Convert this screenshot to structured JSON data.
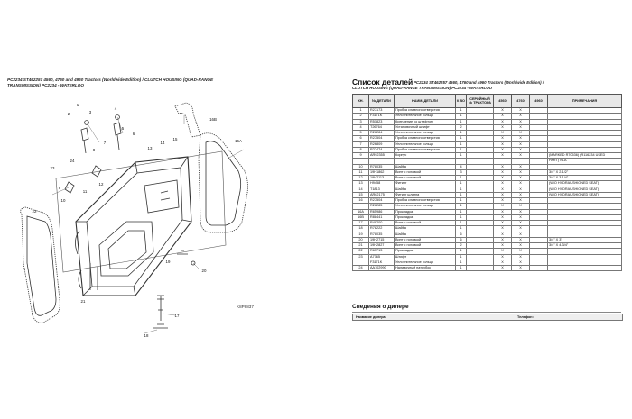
{
  "left": {
    "caption_l1": "PC2234 ST462257 4560, 4760 and 4960 Tractors (Worldwide Edition) / CLUTCH HOUSING (QUAD-RANGE",
    "caption_l2": "TRANSMISSION) PC2234 - WATERLOO",
    "figure_code": "K8P8837",
    "callouts": {
      "c1": "1",
      "c2": "2",
      "c3": "3",
      "c4": "4",
      "c5": "5",
      "c6": "6",
      "c7": "7",
      "c8": "8",
      "c9": "9",
      "c10": "10",
      "c11": "11",
      "c12": "12",
      "c13": "13",
      "c14": "14",
      "c15": "15",
      "c16a": "16A",
      "c16b": "16B",
      "c17": "17",
      "c18": "18",
      "c19": "19",
      "c20": "20",
      "c21": "21",
      "c22": "22",
      "c23": "23",
      "c24": "24"
    }
  },
  "right": {
    "title": "Список деталей",
    "subtitle_l1": "PC2234 ST462257 4560, 4760 and 4960 Tractors (Worldwide Edition) /",
    "subtitle_l2": "CLUTCH HOUSING (QUAD-RANGE TRANSMISSION) PC2234 - WATERLOO",
    "headers": {
      "ref": "КН.",
      "num": "№ ДЕТАЛИ",
      "name": "НАИМ. ДЕТАЛИ",
      "qty": "К ВО",
      "serial": "СЕРИЙНЫЙ № ТРАКТОРА",
      "m4560": "4560",
      "m4760": "4760",
      "m4960": "4960",
      "notes": "ПРИМЕЧАНИЯ"
    },
    "rows": [
      {
        "ref": "1",
        "num": "R27173",
        "name": "Пробка сливного отверстия",
        "qty": "1",
        "m1": "X",
        "m2": "X",
        "m3": "",
        "note": ""
      },
      {
        "ref": "2",
        "num": "F3171K",
        "name": "Уплотнительное кольцо",
        "qty": "1",
        "m1": "X",
        "m2": "X",
        "m3": "",
        "note": ""
      },
      {
        "ref": "3",
        "num": "R51823",
        "name": "Крепление со штифтом",
        "qty": "1",
        "m1": "X",
        "m2": "X",
        "m3": "",
        "note": ""
      },
      {
        "ref": "4",
        "num": "T26764",
        "name": "Установочный штифт",
        "qty": "2",
        "m1": "X",
        "m2": "X",
        "m3": "",
        "note": ""
      },
      {
        "ref": "5",
        "num": "R26284",
        "name": "Уплотнительное кольцо",
        "qty": "1",
        "m1": "X",
        "m2": "X",
        "m3": "",
        "note": ""
      },
      {
        "ref": "6",
        "num": "R27504",
        "name": "Пробка сливного отверстия",
        "qty": "1",
        "m1": "X",
        "m2": "X",
        "m3": "",
        "note": ""
      },
      {
        "ref": "7",
        "num": "R26809",
        "name": "Уплотнительное кольцо",
        "qty": "1",
        "m1": "X",
        "m2": "X",
        "m3": "",
        "note": ""
      },
      {
        "ref": "8",
        "num": "R27474",
        "name": "Пробка сливного отверстия",
        "qty": "1",
        "m1": "X",
        "m2": "X",
        "m3": "",
        "note": ""
      },
      {
        "ref": "9",
        "num": "AR92355",
        "name": "Корпус",
        "qty": "1",
        "m1": "X",
        "m2": "X",
        "m3": "",
        "note": "(MARKED R70536) (R116234 USED"
      },
      {
        "ref": "",
        "num": "",
        "name": "",
        "qty": "",
        "m1": "",
        "m2": "",
        "m3": "",
        "note": "PART) NLA"
      },
      {
        "ref": "10",
        "num": "R78035",
        "name": "Шайба",
        "qty": "4",
        "m1": "X",
        "m2": "X",
        "m3": "",
        "note": ""
      },
      {
        "ref": "11",
        "num": "19H1862",
        "name": "Винт с головкой",
        "qty": "3",
        "m1": "X",
        "m2": "X",
        "m3": "",
        "note": "3/4\" X 2-1/2\""
      },
      {
        "ref": "12",
        "num": "19H2113",
        "name": "Винт с головкой",
        "qty": "1",
        "m1": "X",
        "m2": "X",
        "m3": "",
        "note": "3/4\" X 3-1/4\""
      },
      {
        "ref": "13",
        "num": "H9458",
        "name": "Фитинг",
        "qty": "1",
        "m1": "X",
        "m2": "X",
        "m3": "",
        "note": "(W/O HYDRAUSHIONED SEAT)"
      },
      {
        "ref": "14",
        "num": "T1813",
        "name": "Шайба",
        "qty": "1",
        "m1": "X",
        "m2": "X",
        "m3": "",
        "note": "(W/O HYDRAUSHIONED SEAT)"
      },
      {
        "ref": "15",
        "num": "AR62175",
        "name": "Фитинг шланга",
        "qty": "1",
        "m1": "X",
        "m2": "X",
        "m3": "",
        "note": "(W/O HYDRAUSHIONED SEAT)"
      },
      {
        "ref": "16",
        "num": "R27504",
        "name": "Пробка сливного отверстия",
        "qty": "1",
        "m1": "X",
        "m2": "X",
        "m3": "",
        "note": ""
      },
      {
        "ref": "",
        "num": "R26285",
        "name": "Уплотнительное кольцо",
        "qty": "1",
        "m1": "X",
        "m2": "X",
        "m3": "",
        "note": ""
      },
      {
        "ref": "16A",
        "num": "R65986",
        "name": "Прокладка",
        "qty": "1",
        "m1": "X",
        "m2": "X",
        "m3": "",
        "note": ""
      },
      {
        "ref": "16B",
        "num": "R88441",
        "name": "Прокладка",
        "qty": "1",
        "m1": "X",
        "m2": "X",
        "m3": "",
        "note": ""
      },
      {
        "ref": "17",
        "num": "R48200",
        "name": "Винт с головкой",
        "qty": "1",
        "m1": "X",
        "m2": "X",
        "m3": "",
        "note": ""
      },
      {
        "ref": "18",
        "num": "R78222",
        "name": "Шайба",
        "qty": "1",
        "m1": "X",
        "m2": "X",
        "m3": "",
        "note": ""
      },
      {
        "ref": "19",
        "num": "R78035",
        "name": "Шайба",
        "qty": "6",
        "m1": "X",
        "m2": "X",
        "m3": "",
        "note": ""
      },
      {
        "ref": "20",
        "num": "19H2715",
        "name": "Винт с головкой",
        "qty": "6",
        "m1": "X",
        "m2": "X",
        "m3": "",
        "note": "3/4\" X 3\""
      },
      {
        "ref": "21",
        "num": "19H2827",
        "name": "Винт с головкой",
        "qty": "2",
        "m1": "X",
        "m2": "X",
        "m3": "",
        "note": "3/4\" X 4-3/4\""
      },
      {
        "ref": "22",
        "num": "R63713",
        "name": "Прокладка",
        "qty": "1",
        "m1": "X",
        "m2": "X",
        "m3": "",
        "note": ""
      },
      {
        "ref": "23",
        "num": "A7765",
        "name": "Штифт",
        "qty": "1",
        "m1": "X",
        "m2": "X",
        "m3": "",
        "note": ""
      },
      {
        "ref": "",
        "num": "F3171K",
        "name": "Уплотнительное кольцо",
        "qty": "1",
        "m1": "X",
        "m2": "X",
        "m3": "",
        "note": ""
      },
      {
        "ref": "24",
        "num": "AA102990",
        "name": "Наливочный патрубок",
        "qty": "1",
        "m1": "X",
        "m2": "X",
        "m3": "",
        "note": ""
      }
    ],
    "dealer_title": "Сведения о дилере",
    "dealer_name_label": "Название дилера:",
    "dealer_phone_label": "Телефон:"
  }
}
